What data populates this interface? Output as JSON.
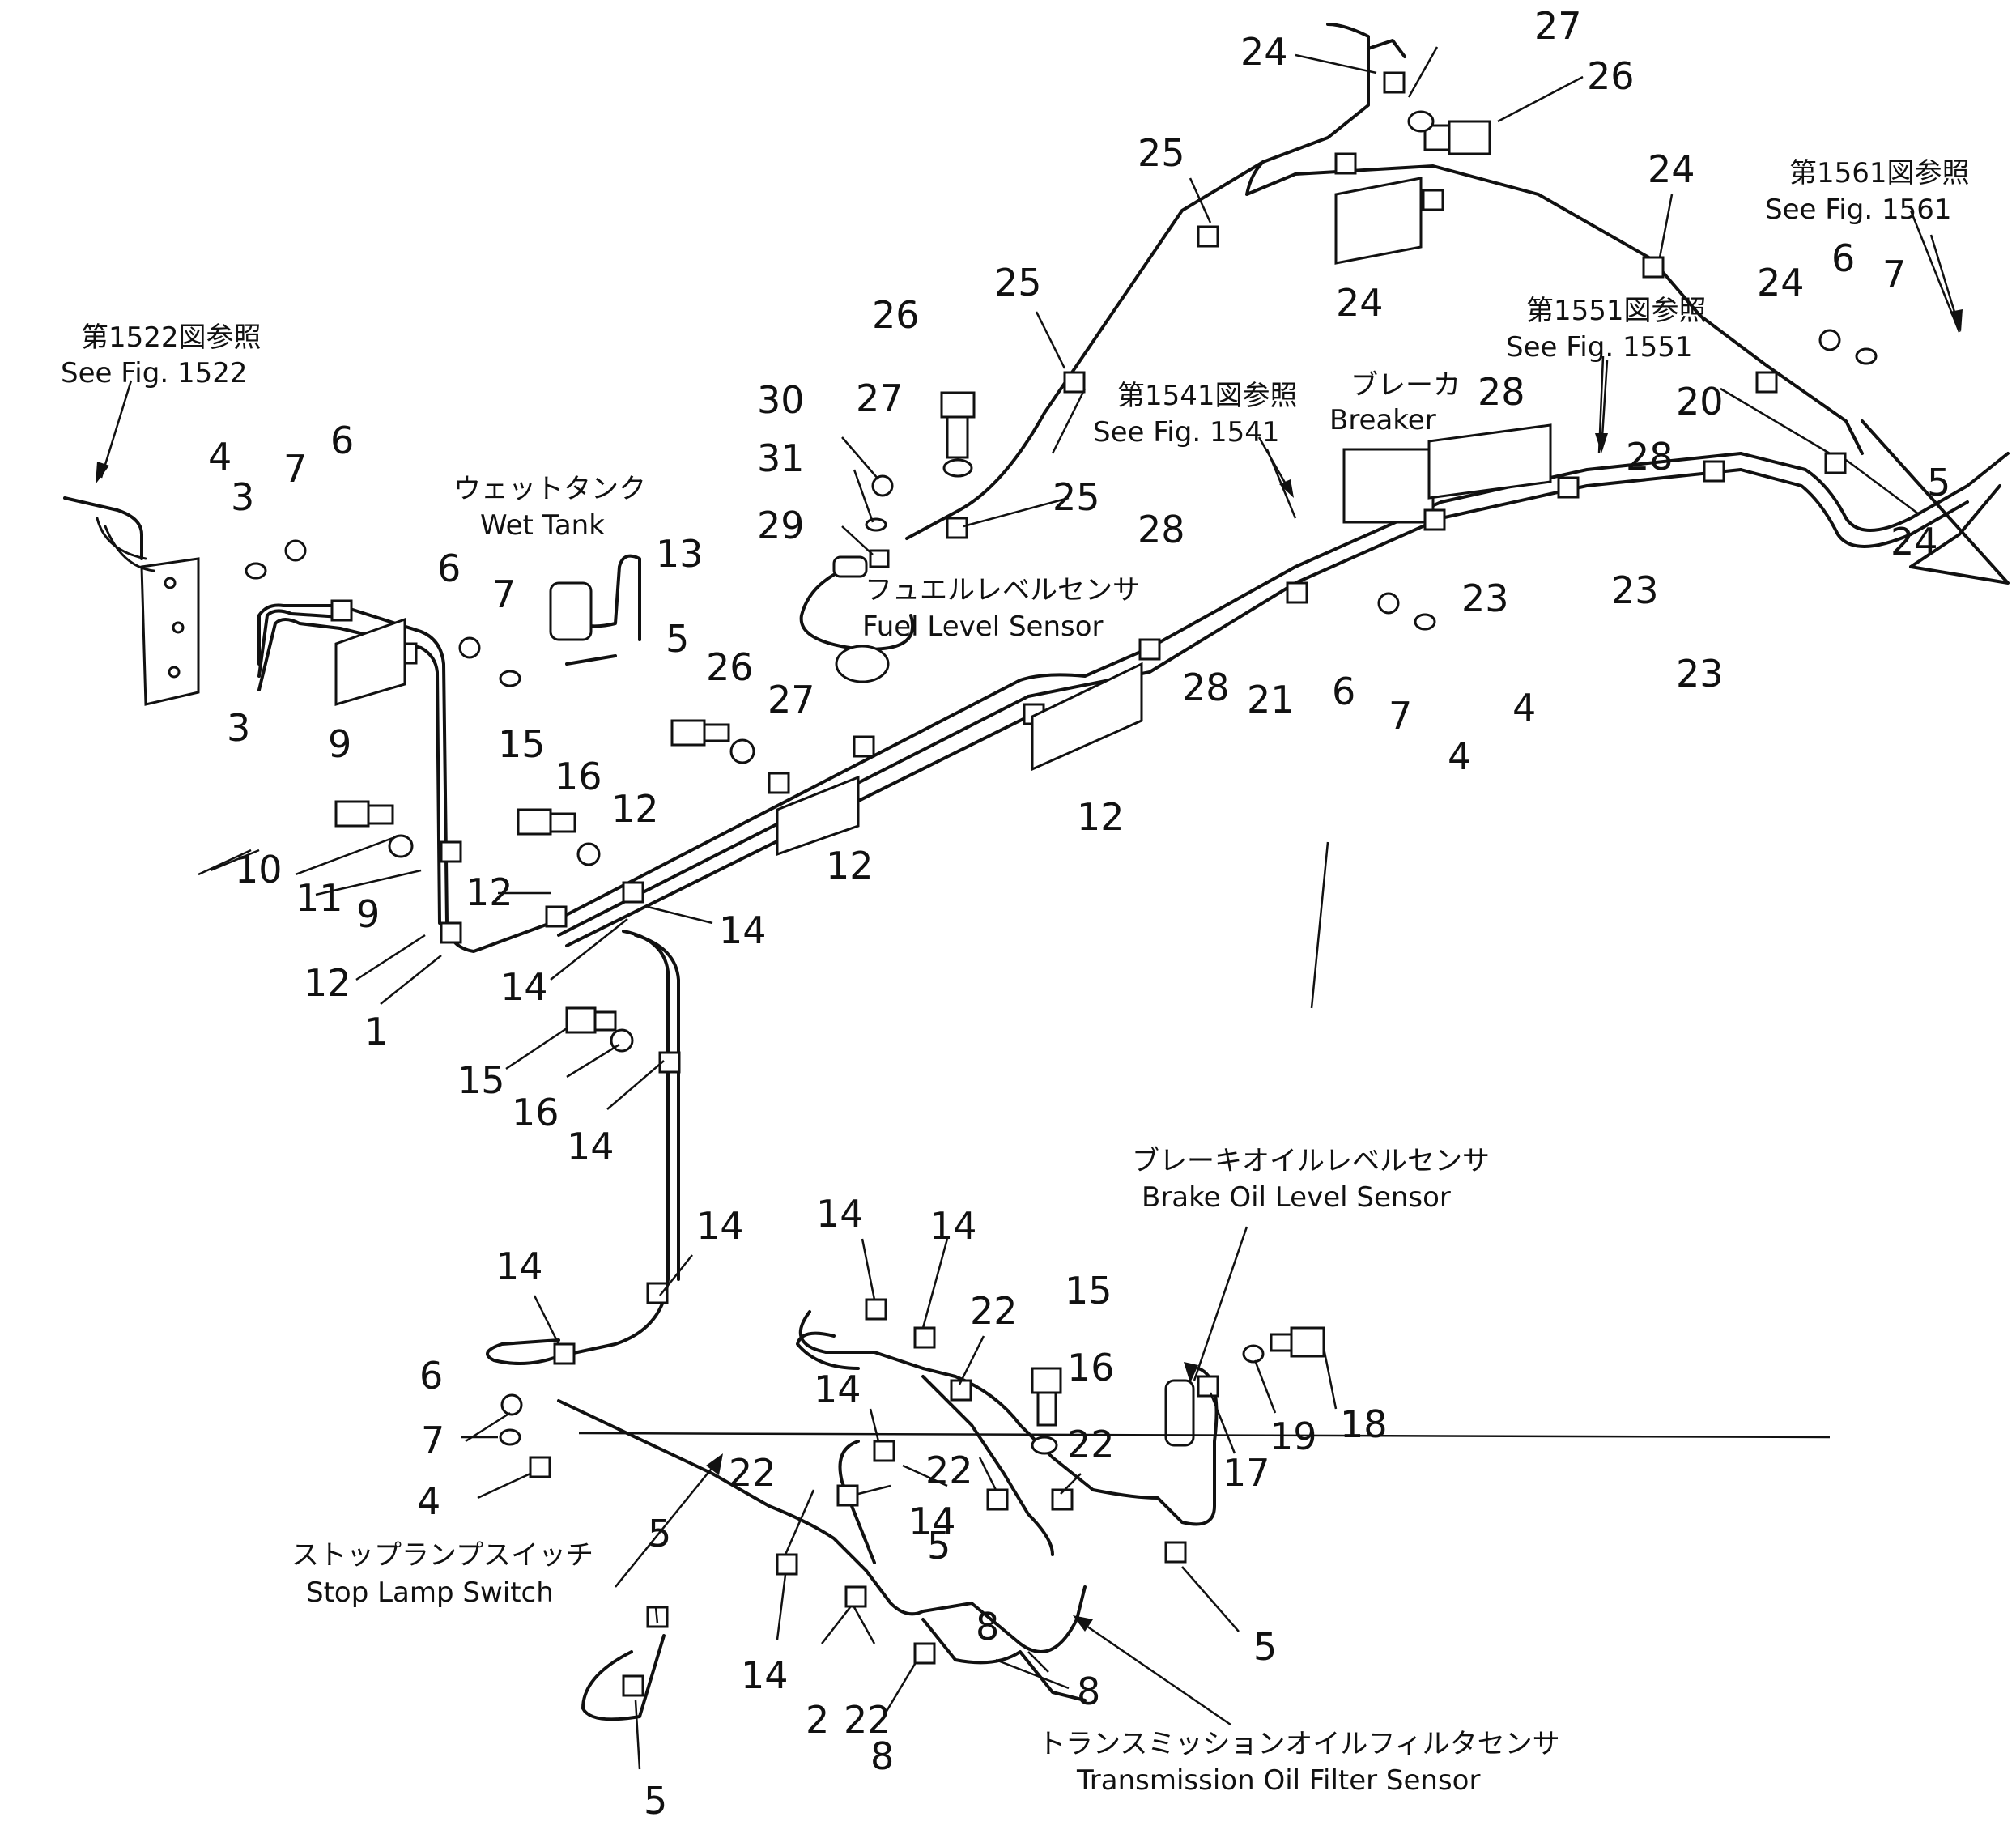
{
  "callouts": [
    {
      "id": "c1",
      "text": "27"
    },
    {
      "id": "c2",
      "text": "24"
    },
    {
      "id": "c3",
      "text": "26"
    },
    {
      "id": "c4",
      "text": "25"
    },
    {
      "id": "c5",
      "text": "24"
    },
    {
      "id": "c6",
      "text": "24"
    },
    {
      "id": "c7",
      "text": "24"
    },
    {
      "id": "c8",
      "text": "6"
    },
    {
      "id": "c9",
      "text": "7"
    },
    {
      "id": "c10",
      "text": "25"
    },
    {
      "id": "c11",
      "text": "26"
    },
    {
      "id": "c12",
      "text": "27"
    },
    {
      "id": "c13",
      "text": "30"
    },
    {
      "id": "c14",
      "text": "31"
    },
    {
      "id": "c15",
      "text": "29"
    },
    {
      "id": "c16",
      "text": "25"
    },
    {
      "id": "c17",
      "text": "28"
    },
    {
      "id": "c18",
      "text": "20"
    },
    {
      "id": "c19",
      "text": "28"
    },
    {
      "id": "c20",
      "text": "5"
    },
    {
      "id": "c21",
      "text": "24"
    },
    {
      "id": "c22",
      "text": "28"
    },
    {
      "id": "c23",
      "text": "23"
    },
    {
      "id": "c24",
      "text": "23"
    },
    {
      "id": "c25",
      "text": "23"
    },
    {
      "id": "c26",
      "text": "28"
    },
    {
      "id": "c27",
      "text": "21"
    },
    {
      "id": "c28",
      "text": "6"
    },
    {
      "id": "c29",
      "text": "7"
    },
    {
      "id": "c30",
      "text": "4"
    },
    {
      "id": "c31",
      "text": "4"
    },
    {
      "id": "c32",
      "text": "12"
    },
    {
      "id": "c33",
      "text": "4"
    },
    {
      "id": "c34",
      "text": "7"
    },
    {
      "id": "c35",
      "text": "6"
    },
    {
      "id": "c36",
      "text": "3"
    },
    {
      "id": "c37",
      "text": "3"
    },
    {
      "id": "c38",
      "text": "9"
    },
    {
      "id": "c39",
      "text": "6"
    },
    {
      "id": "c40",
      "text": "7"
    },
    {
      "id": "c41",
      "text": "13"
    },
    {
      "id": "c42",
      "text": "5"
    },
    {
      "id": "c43",
      "text": "26"
    },
    {
      "id": "c44",
      "text": "27"
    },
    {
      "id": "c45",
      "text": "15"
    },
    {
      "id": "c46",
      "text": "16"
    },
    {
      "id": "c47",
      "text": "12"
    },
    {
      "id": "c48",
      "text": "12"
    },
    {
      "id": "c49",
      "text": "10"
    },
    {
      "id": "c50",
      "text": "11"
    },
    {
      "id": "c51",
      "text": "9"
    },
    {
      "id": "c52",
      "text": "12"
    },
    {
      "id": "c53",
      "text": "14"
    },
    {
      "id": "c54",
      "text": "12"
    },
    {
      "id": "c55",
      "text": "14"
    },
    {
      "id": "c56",
      "text": "1"
    },
    {
      "id": "c57",
      "text": "15"
    },
    {
      "id": "c58",
      "text": "16"
    },
    {
      "id": "c59",
      "text": "14"
    },
    {
      "id": "c60",
      "text": "14"
    },
    {
      "id": "c61",
      "text": "14"
    },
    {
      "id": "c62",
      "text": "14"
    },
    {
      "id": "c63",
      "text": "14"
    },
    {
      "id": "c64",
      "text": "22"
    },
    {
      "id": "c65",
      "text": "15"
    },
    {
      "id": "c66",
      "text": "16"
    },
    {
      "id": "c67",
      "text": "6"
    },
    {
      "id": "c68",
      "text": "7"
    },
    {
      "id": "c69",
      "text": "4"
    },
    {
      "id": "c70",
      "text": "14"
    },
    {
      "id": "c71",
      "text": "22"
    },
    {
      "id": "c72",
      "text": "22"
    },
    {
      "id": "c73",
      "text": "22"
    },
    {
      "id": "c74",
      "text": "14"
    },
    {
      "id": "c75",
      "text": "5"
    },
    {
      "id": "c76",
      "text": "5"
    },
    {
      "id": "c77",
      "text": "8"
    },
    {
      "id": "c78",
      "text": "14"
    },
    {
      "id": "c79",
      "text": "2"
    },
    {
      "id": "c80",
      "text": "22"
    },
    {
      "id": "c81",
      "text": "8"
    },
    {
      "id": "c82",
      "text": "5"
    },
    {
      "id": "c83",
      "text": "8"
    },
    {
      "id": "c84",
      "text": "17"
    },
    {
      "id": "c85",
      "text": "19"
    },
    {
      "id": "c86",
      "text": "18"
    },
    {
      "id": "c87",
      "text": "5"
    }
  ],
  "references": {
    "fig1522": {
      "jp": "第1522図参照",
      "en": "See Fig. 1522"
    },
    "fig1541": {
      "jp": "第1541図参照",
      "en": "See Fig. 1541"
    },
    "fig1551": {
      "jp": "第1551図参照",
      "en": "See Fig. 1551"
    },
    "fig1561": {
      "jp": "第1561図参照",
      "en": "See Fig. 1561"
    }
  },
  "labels": {
    "wet_tank": {
      "jp": "ウェットタンク",
      "en": "Wet Tank"
    },
    "breaker": {
      "jp": "ブレーカ",
      "en": "Breaker"
    },
    "fuel_level_sensor": {
      "jp": "フュエルレベルセンサ",
      "en": "Fuel Level Sensor"
    },
    "brake_oil_level_sensor": {
      "jp": "ブレーキオイルレベルセンサ",
      "en": "Brake Oil Level Sensor"
    },
    "stop_lamp_switch": {
      "jp": "ストップランプスイッチ",
      "en": "Stop Lamp Switch"
    },
    "transmission_oil_filter_sensor": {
      "jp": "トランスミッションオイルフィルタセンサ",
      "en": "Transmission Oil Filter Sensor"
    }
  }
}
